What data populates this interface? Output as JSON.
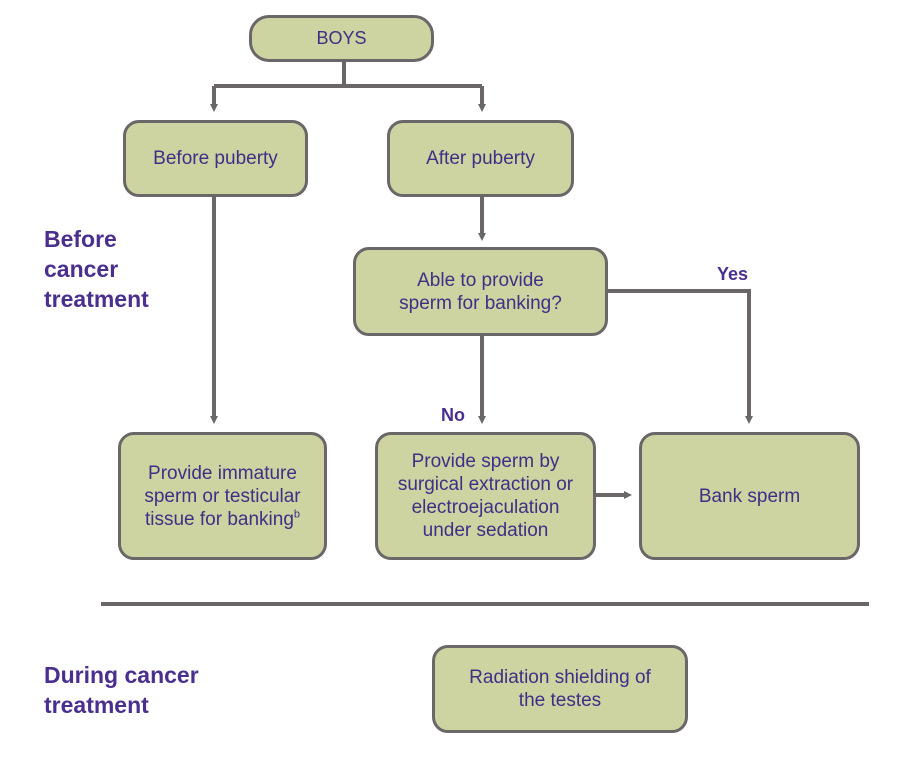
{
  "diagram": {
    "nodes": {
      "boys": "BOYS",
      "before_puberty": "Before puberty",
      "after_puberty": "After puberty",
      "able_to_provide": "Able to provide sperm for banking?",
      "provide_immature": "Provide immature sperm or testicular tissue for banking",
      "provide_immature_sup": "b",
      "provide_surgical": "Provide sperm by surgical extraction or electroejaculation under sedation",
      "bank_sperm": "Bank sperm",
      "radiation_shielding": "Radiation shielding of the testes"
    },
    "edge_labels": {
      "yes": "Yes",
      "no": "No"
    },
    "sections": {
      "before": "Before cancer treatment",
      "during": "During cancer treatment"
    },
    "colors": {
      "node_fill": "#cdd3a1",
      "node_border": "#6b6668",
      "text_purple": "#3f2f86",
      "label_purple": "#4a2f8f",
      "connector": "#6b6668"
    }
  }
}
